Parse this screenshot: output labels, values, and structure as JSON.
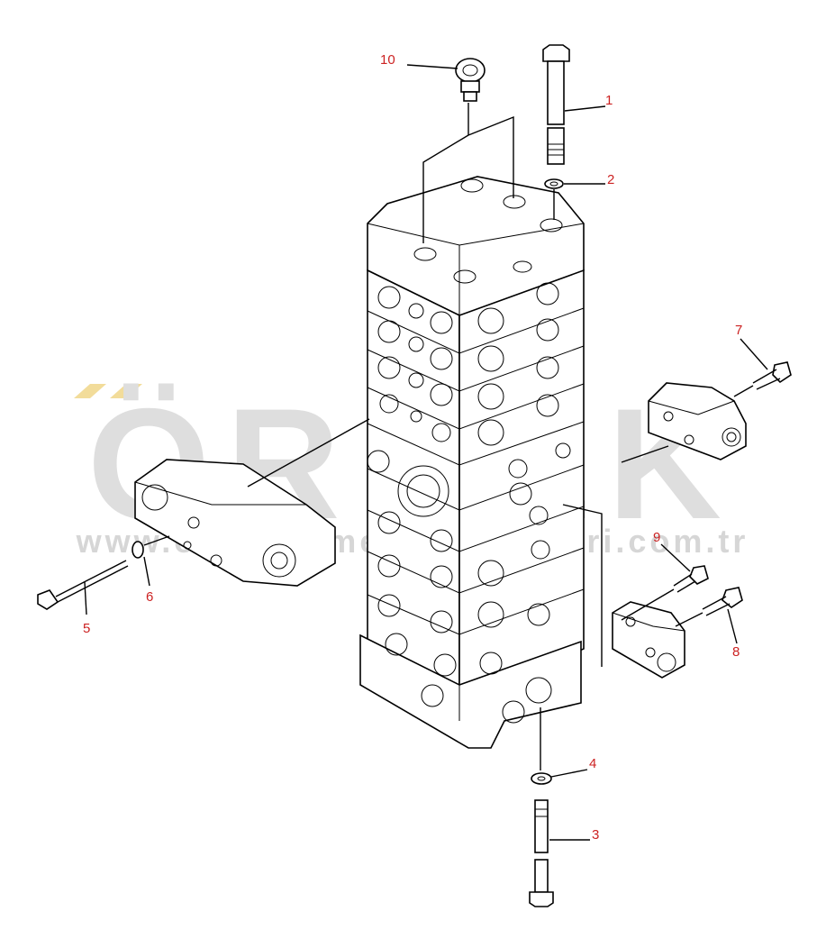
{
  "diagram": {
    "watermark": {
      "brand": "ÖRNEK",
      "url": "www.orneklismekontrolmarri.com.tr",
      "color": "#d9d9d9",
      "accent": "#f2dc9a"
    },
    "callout_color": "#cc2222",
    "callouts": [
      {
        "id": "c1",
        "label": "1"
      },
      {
        "id": "c2",
        "label": "2"
      },
      {
        "id": "c3",
        "label": "3"
      },
      {
        "id": "c4",
        "label": "4"
      },
      {
        "id": "c5",
        "label": "5"
      },
      {
        "id": "c6",
        "label": "6"
      },
      {
        "id": "c7",
        "label": "7"
      },
      {
        "id": "c8",
        "label": "8"
      },
      {
        "id": "c9",
        "label": "9"
      },
      {
        "id": "c10",
        "label": "10"
      }
    ]
  }
}
